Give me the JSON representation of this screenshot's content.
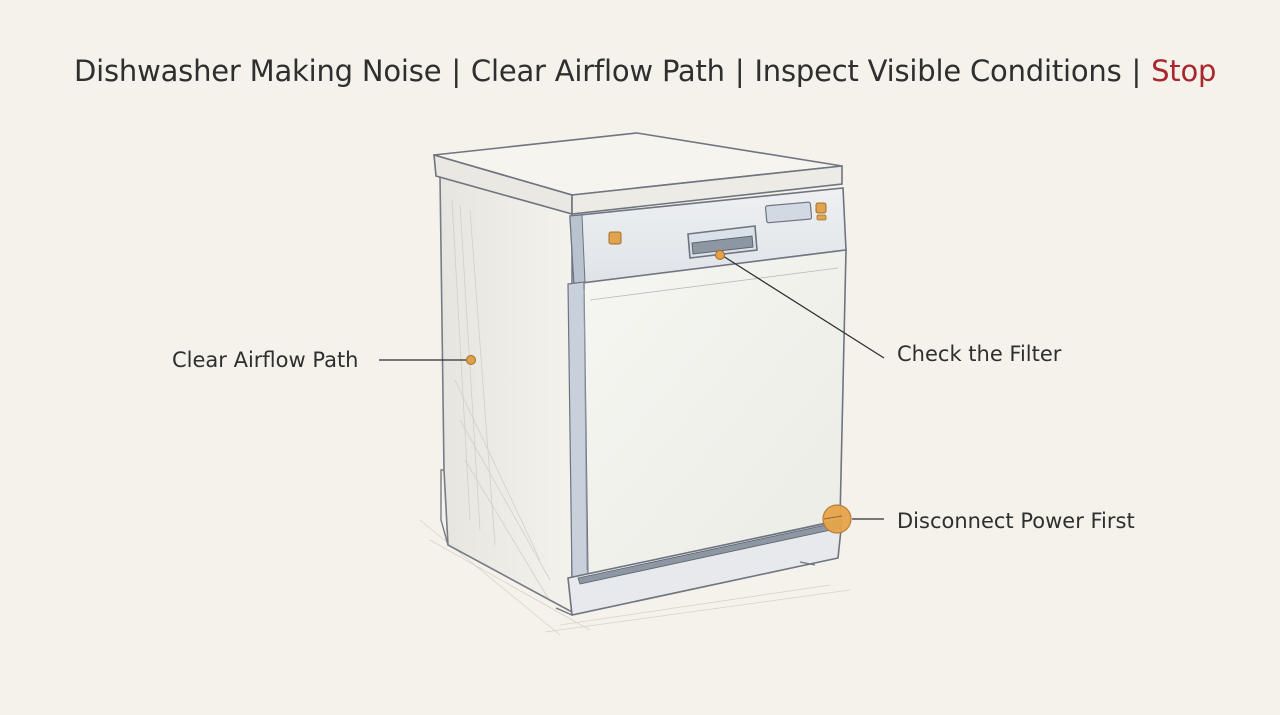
{
  "header": {
    "breadcrumbs": [
      "Dishwasher Making Noise",
      "Clear Airflow Path",
      "Inspect Visible Conditions",
      "Stop"
    ],
    "separator": "|"
  },
  "callouts": {
    "airflow": "Clear Airflow Path",
    "filter": "Check the Filter",
    "power": "Disconnect Power First"
  },
  "colors": {
    "background": "#f4f2ea",
    "text": "#2f2f2f",
    "stop_accent": "#a8262c",
    "marker_orange": "#e2a04a",
    "appliance_line": "#6e7480",
    "panel_blue": "#c9d1dc"
  },
  "icons": {
    "marker": "callout-dot-icon",
    "appliance": "dishwasher-illustration"
  }
}
